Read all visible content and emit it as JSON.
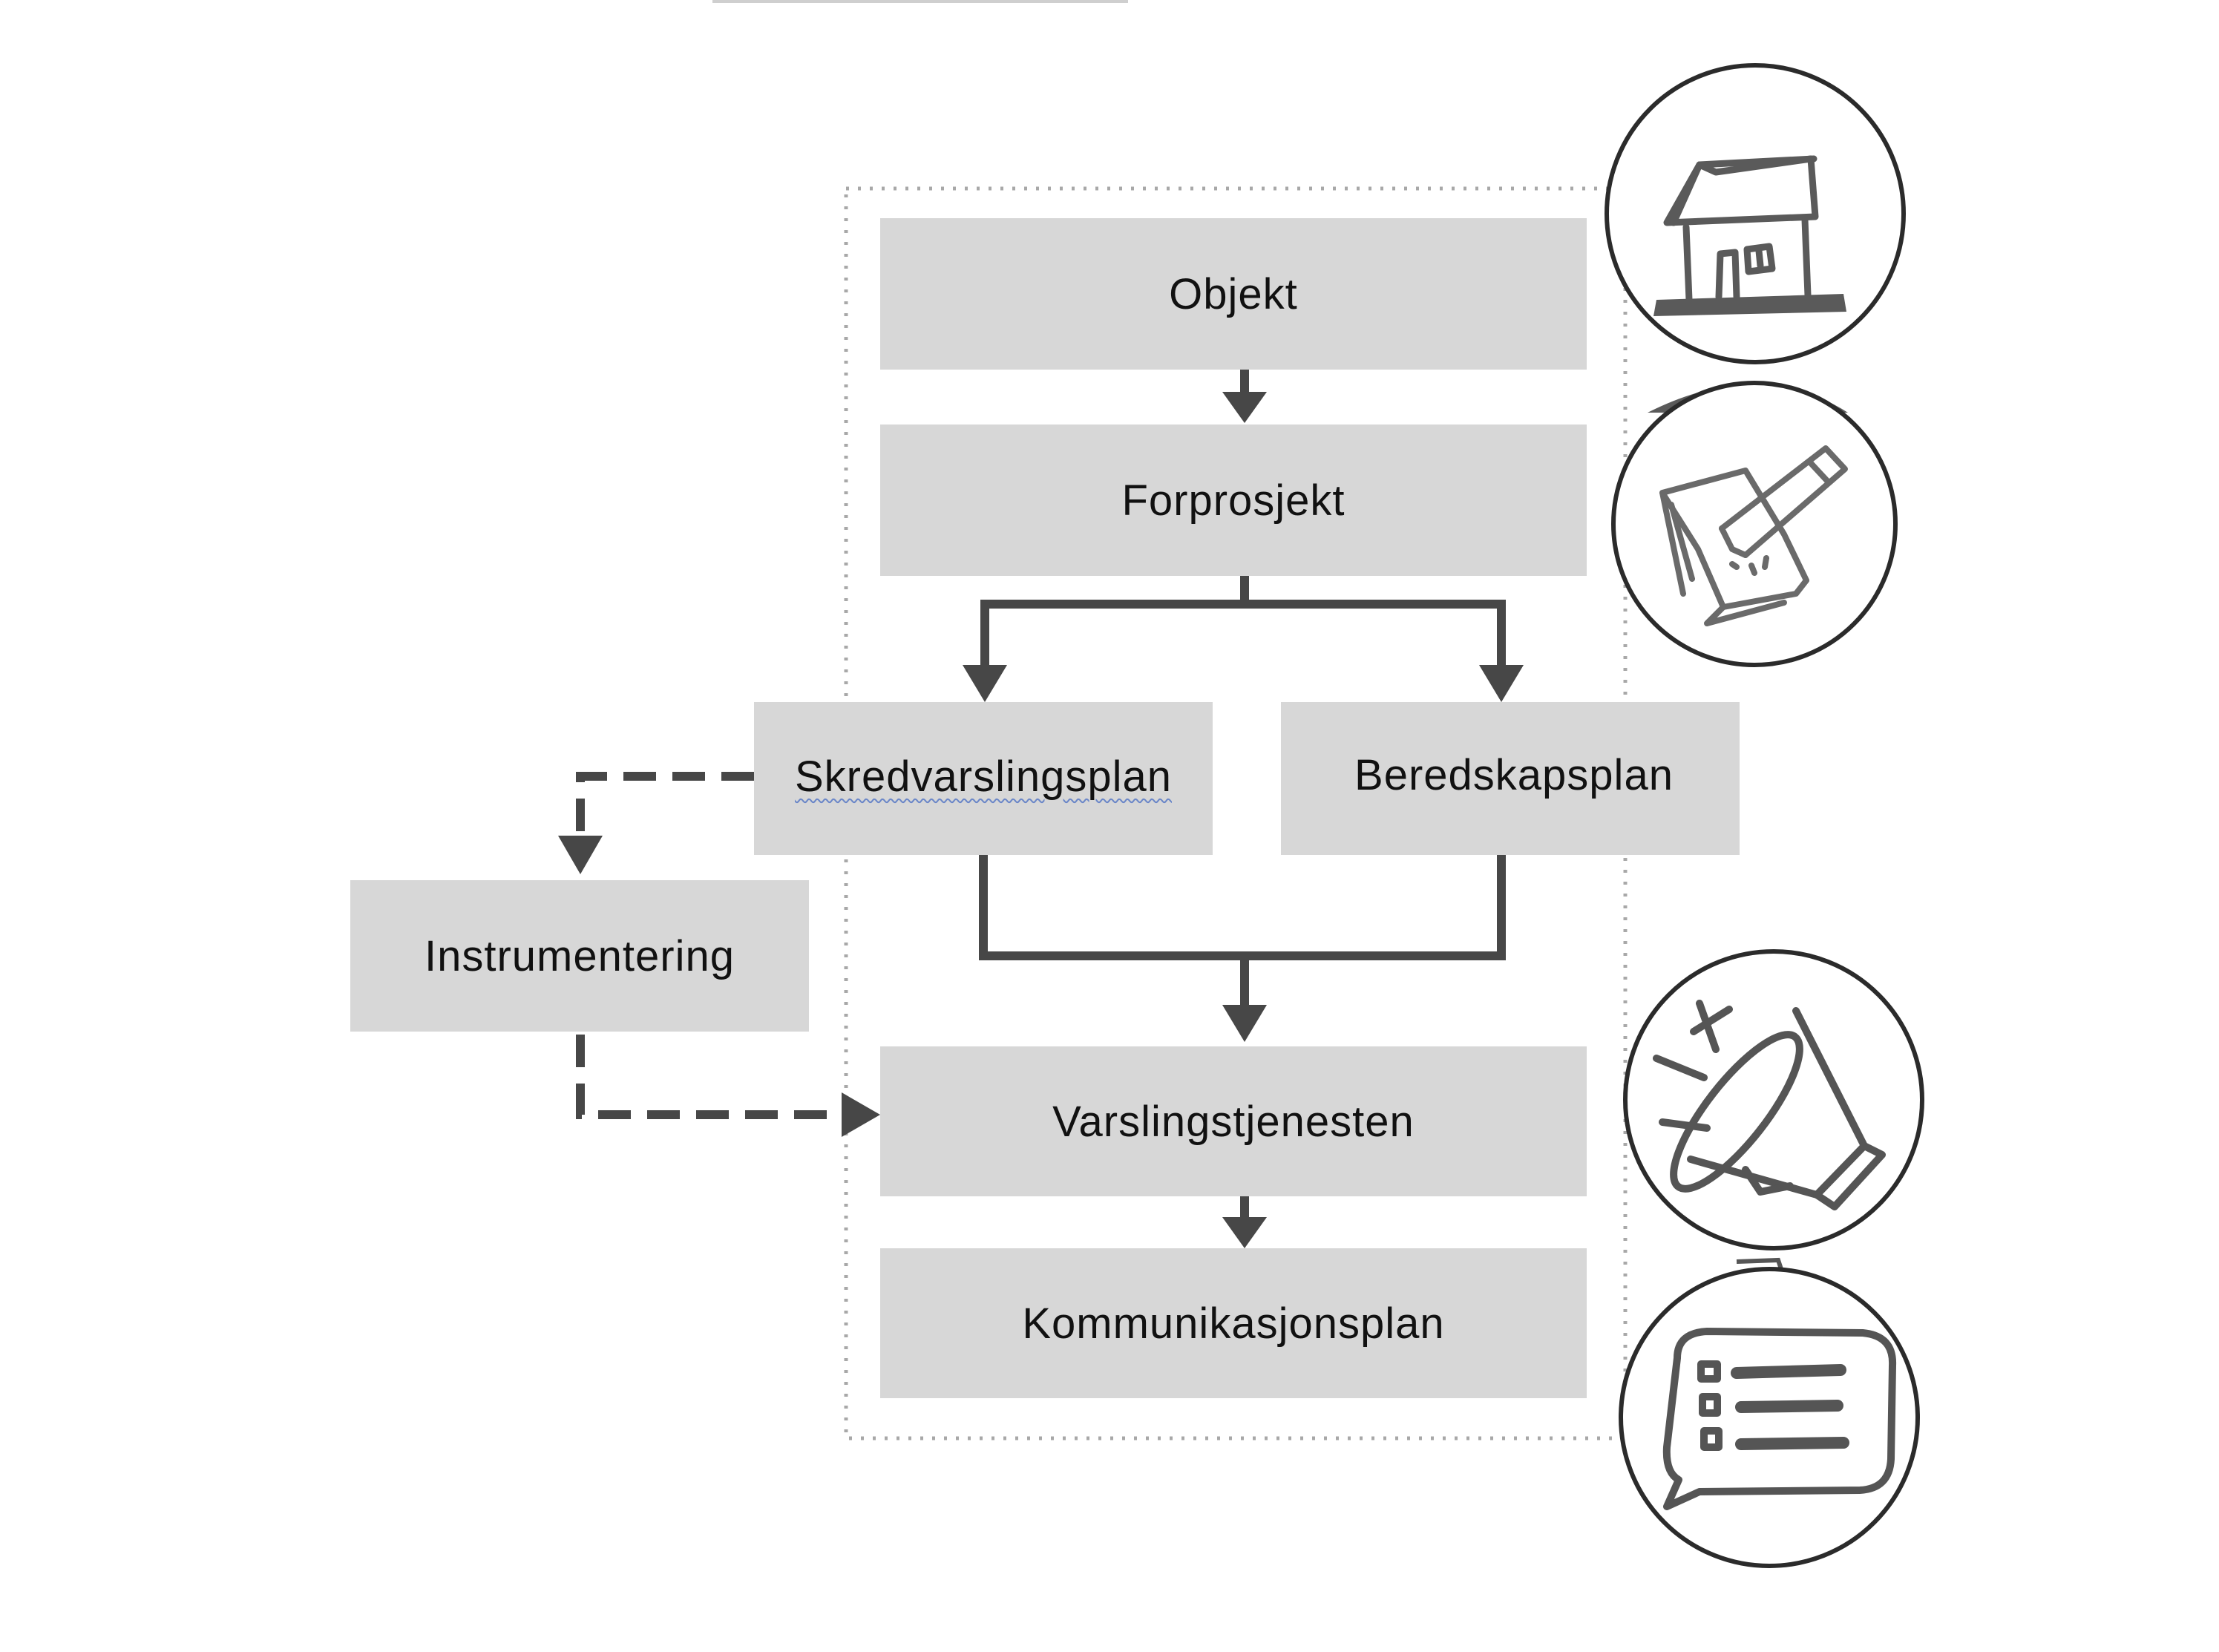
{
  "diagram": {
    "nodes": {
      "objekt": {
        "label": "Objekt"
      },
      "forprosjekt": {
        "label": "Forprosjekt"
      },
      "skredvarslingsplan": {
        "label": "Skredvarslingsplan"
      },
      "beredskapsplan": {
        "label": "Beredskapsplan"
      },
      "instrumentering": {
        "label": "Instrumentering"
      },
      "varslingstjenesten": {
        "label": "Varslingstjenesten"
      },
      "kommunikasjonsplan": {
        "label": "Kommunikasjonsplan"
      }
    },
    "edges": [
      {
        "from": "objekt",
        "to": "forprosjekt",
        "style": "solid"
      },
      {
        "from": "forprosjekt",
        "to": "skredvarslingsplan",
        "style": "solid"
      },
      {
        "from": "forprosjekt",
        "to": "beredskapsplan",
        "style": "solid"
      },
      {
        "from": "skredvarslingsplan",
        "to": "varslingstjenesten",
        "style": "solid"
      },
      {
        "from": "beredskapsplan",
        "to": "varslingstjenesten",
        "style": "solid"
      },
      {
        "from": "varslingstjenesten",
        "to": "kommunikasjonsplan",
        "style": "solid"
      },
      {
        "from": "skredvarslingsplan",
        "to": "instrumentering",
        "style": "dashed"
      },
      {
        "from": "instrumentering",
        "to": "varslingstjenesten",
        "style": "dashed"
      }
    ],
    "icons": [
      "house-sketch-icon",
      "document-pen-sketch-icon",
      "megaphone-sketch-icon",
      "checklist-bubble-sketch-icon"
    ],
    "colors": {
      "box": "#d7d7d7",
      "arrow": "#474747",
      "frame": "#aaaaaa",
      "icon": "#5a5a5a"
    }
  }
}
